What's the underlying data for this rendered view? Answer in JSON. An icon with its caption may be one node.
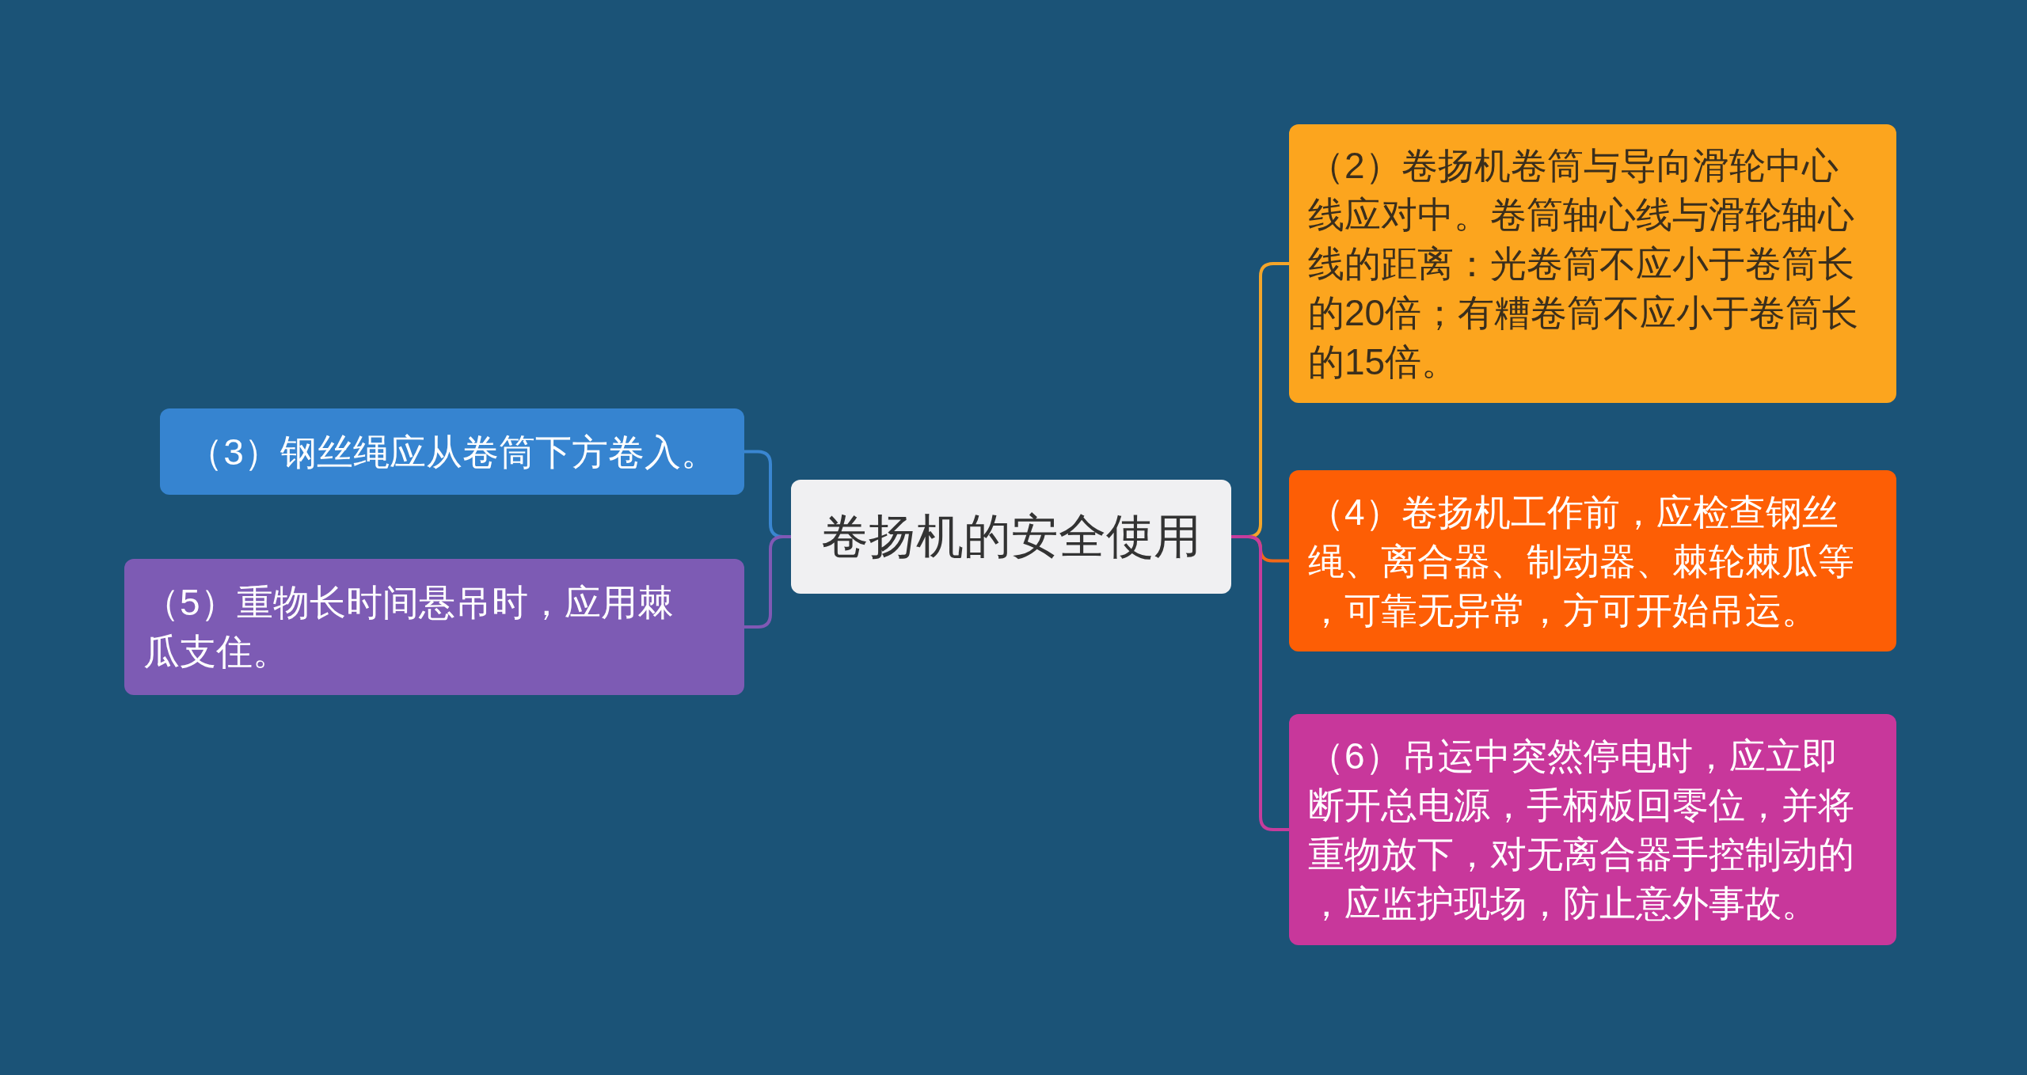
{
  "diagram": {
    "nodes": [
      {
        "text": [
          "卷扬机的安全使用"
        ]
      },
      {
        "text": [
          "（2）卷扬机卷筒与导向滑轮中心线应对中。卷筒轴心线与滑轮轴心线的距离：光卷筒不应小于卷筒长的20倍；有糟卷筒不应小于卷筒长的15倍。"
        ]
      },
      {
        "text": [
          "（3）钢丝绳应从卷筒下方卷入。"
        ]
      },
      {
        "text": [
          "（4）卷扬机工作前，应检查钢丝绳、离合器、制动器、棘轮棘瓜等，可靠无异常，方可开始吊运。"
        ]
      },
      {
        "text": [
          "（5）重物长时间悬吊时，应用棘瓜支住。"
        ]
      },
      {
        "text": [
          "（6）吊运中突然停电时，应立即断开总电源，手柄板回零位，并将重物放下，对无离合器手控制动的，应监护现场，防止意外事故。"
        ]
      }
    ],
    "edges": [
      {
        "from": 0,
        "to": 1,
        "arrow": "none",
        "color": "#f4a52a"
      },
      {
        "from": 0,
        "to": 2,
        "arrow": "none",
        "color": "#3a86d1"
      },
      {
        "from": 0,
        "to": 3,
        "arrow": "none",
        "color": "#f26818"
      },
      {
        "from": 0,
        "to": 4,
        "arrow": "none",
        "color": "#8059b5"
      },
      {
        "from": 0,
        "to": 5,
        "arrow": "none",
        "color": "#c63c9c"
      }
    ]
  }
}
